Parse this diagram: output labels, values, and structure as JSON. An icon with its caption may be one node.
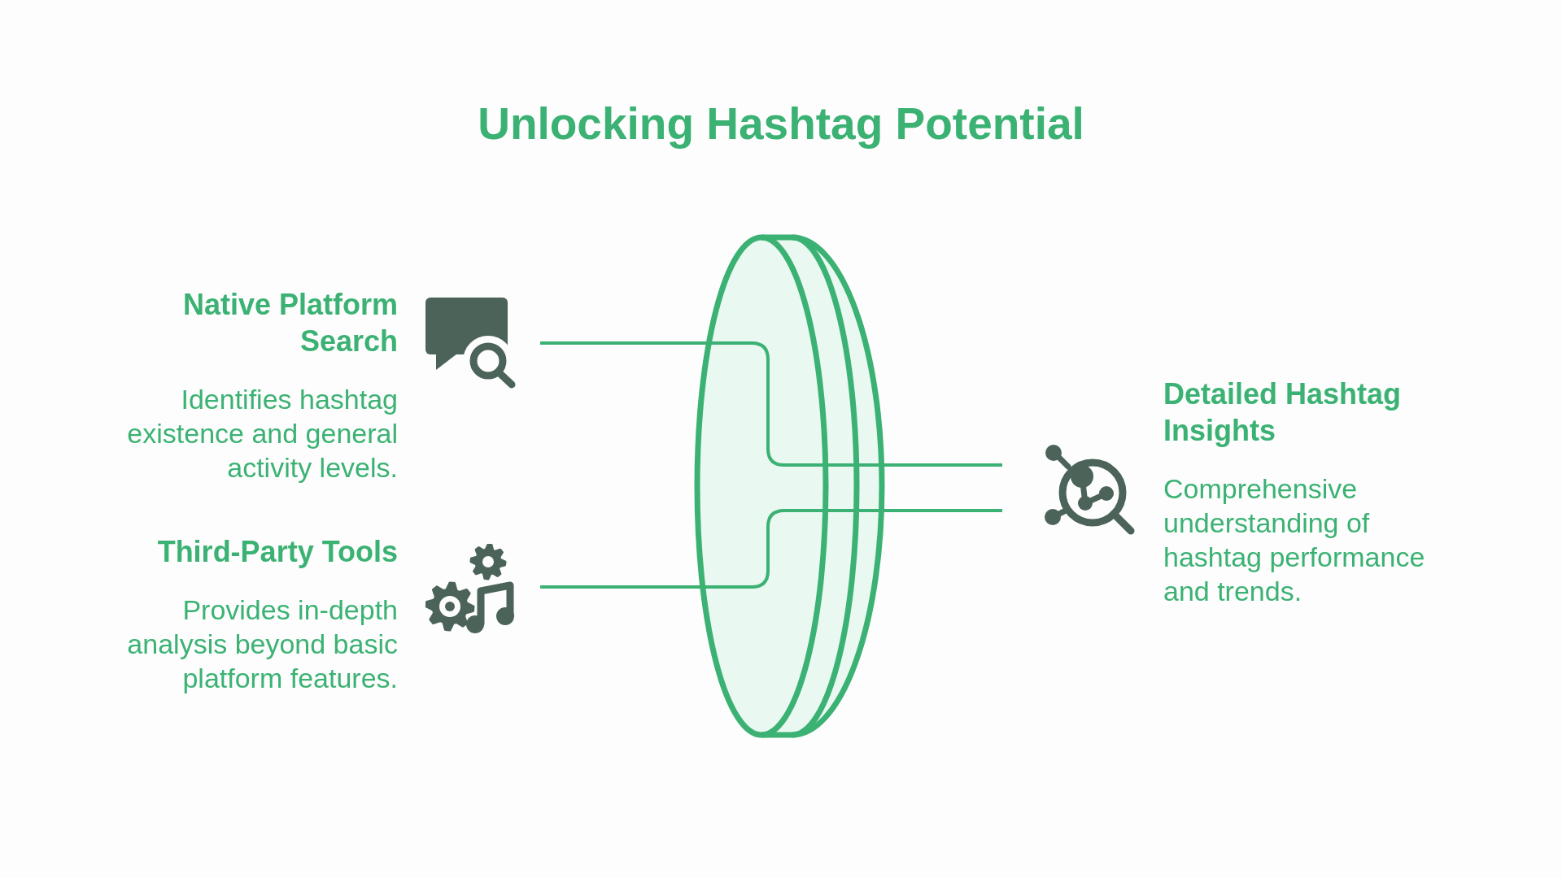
{
  "diagram": {
    "title": "Unlocking Hashtag Potential",
    "nodes": [
      {
        "text": [
          "Native Platform Search",
          "Identifies hashtag existence and general activity levels."
        ]
      },
      {
        "text": [
          "Third-Party Tools",
          "Provides in-depth analysis beyond basic platform features."
        ]
      },
      {
        "text": [
          "Detailed Hashtag Insights",
          "Comprehensive understanding of hashtag performance and trends."
        ]
      }
    ],
    "edges": [
      {
        "from": 0,
        "to": 2,
        "arrow": "none"
      },
      {
        "from": 1,
        "to": 2,
        "arrow": "none"
      }
    ]
  }
}
